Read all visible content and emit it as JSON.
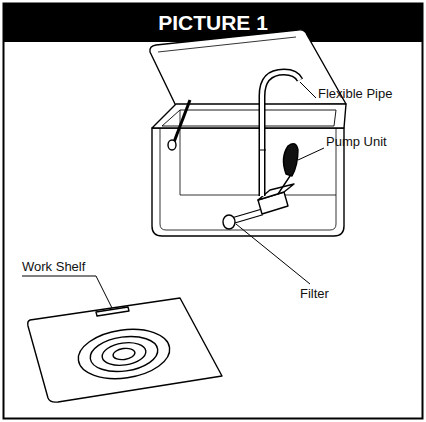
{
  "diagram": {
    "title": "PICTURE 1",
    "labels": [
      "Flexible Pipe",
      "Pump Unit",
      "Work Shelf",
      "Filter"
    ]
  }
}
